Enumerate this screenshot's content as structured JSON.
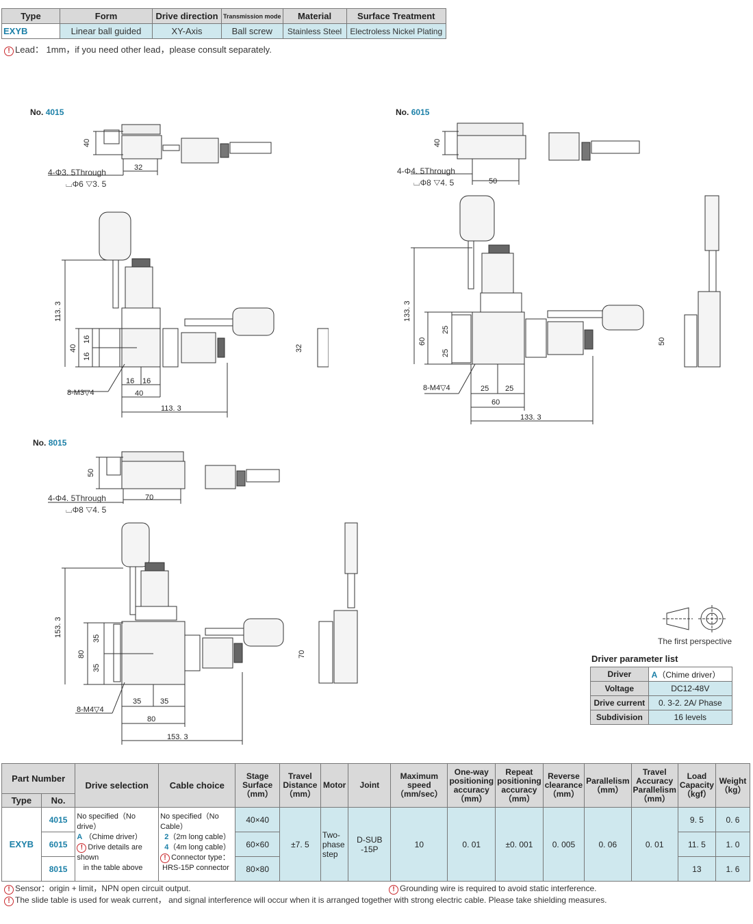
{
  "spec": {
    "headers": [
      "Type",
      "Form",
      "Drive direction",
      "Transmission mode",
      "Material",
      "Surface Treatment"
    ],
    "row": [
      "EXYB",
      "Linear ball guided",
      "XY-Axis",
      "Ball screw",
      "Stainless Steel",
      "Electroless Nickel Plating"
    ]
  },
  "lead_note": "Lead： 1mm，if you need other lead，please consult separately.",
  "drawings": {
    "d4015": {
      "label_prefix": "No.",
      "label_num": "4015",
      "dim_h": "40",
      "hole": "4-Φ3. 5Through",
      "cbore": "Φ6 ▽3. 5",
      "pitch": "32",
      "dim_big": "113. 3",
      "dim_sq": "40",
      "dim_in1": "16",
      "dim_in2": "16",
      "dim_w1": "16",
      "dim_w2": "16",
      "dim_w": "40",
      "dim_total": "113. 3",
      "tap": "8-M3▽4",
      "side_h": "32"
    },
    "d6015": {
      "label_prefix": "No.",
      "label_num": "6015",
      "dim_h": "40",
      "hole": "4-Φ4. 5Through",
      "cbore": "Φ8 ▽4. 5",
      "pitch": "50",
      "dim_big": "133. 3",
      "dim_sq": "60",
      "dim_in1": "25",
      "dim_in2": "25",
      "dim_w1": "25",
      "dim_w2": "25",
      "dim_w": "60",
      "dim_total": "133. 3",
      "tap": "8-M4▽4",
      "side_h": "50"
    },
    "d8015": {
      "label_prefix": "No.",
      "label_num": "8015",
      "dim_h": "50",
      "hole": "4-Φ4. 5Through",
      "cbore": "Φ8 ▽4. 5",
      "pitch": "70",
      "dim_big": "153. 3",
      "dim_sq": "80",
      "dim_in1": "35",
      "dim_in2": "35",
      "dim_w1": "35",
      "dim_w2": "35",
      "dim_w": "80",
      "dim_total": "153. 3",
      "tap": "8-M4▽4",
      "side_h": "70"
    }
  },
  "perspective_label": "The first perspective",
  "driver": {
    "title": "Driver parameter list",
    "rows": [
      {
        "k": "Driver",
        "code": "A",
        "v": "（Chime driver）"
      },
      {
        "k": "Voltage",
        "code": "",
        "v": "DC12-48V"
      },
      {
        "k": "Drive current",
        "code": "",
        "v": "0. 3-2. 2A/ Phase"
      },
      {
        "k": "Subdivision",
        "code": "",
        "v": "16  levels"
      }
    ]
  },
  "main": {
    "h_part": "Part Number",
    "h_type": "Type",
    "h_no": "No.",
    "h_drive": "Drive selection",
    "h_cable": "Cable choice",
    "h_stage": [
      "Stage",
      "Surface",
      "（mm）"
    ],
    "h_travel": [
      "Travel",
      "Distance",
      "（mm）"
    ],
    "h_motor": "Motor",
    "h_joint": "Joint",
    "h_speed": [
      "Maximum",
      "speed",
      "（mm/sec）"
    ],
    "h_oneway": [
      "One-way",
      "positioning",
      "accuracy",
      "（mm）"
    ],
    "h_repeat": [
      "Repeat",
      "positioning",
      "accuracy",
      "（mm）"
    ],
    "h_reverse": [
      "Reverse",
      "clearance",
      "（mm）"
    ],
    "h_parallel": [
      "Parallelism",
      "（mm）"
    ],
    "h_travelacc": [
      "Travel",
      "Accuracy",
      "Parallelism",
      "（mm）"
    ],
    "h_load": [
      "Load",
      "Capacity",
      "（kgf）"
    ],
    "h_weight": [
      "Weight",
      "（kg）"
    ],
    "type": "EXYB",
    "nos": [
      "4015",
      "6015",
      "8015"
    ],
    "drive_lines": [
      "No specified（No drive）",
      "（Chime driver）",
      "Drive details are shown",
      "in the table above"
    ],
    "drive_code": "A",
    "cable_lines": [
      "No specified（No Cable）",
      "（2m long cable）",
      "（4m long cable）",
      "Connector type：",
      "HRS-15P connector"
    ],
    "cable_codes": [
      "2",
      "4"
    ],
    "stage": [
      "40×40",
      "60×60",
      "80×80"
    ],
    "travel": "±7. 5",
    "motor": [
      "Two-",
      "phase",
      "step"
    ],
    "joint": [
      "D-SUB",
      "-15P"
    ],
    "speed": "10",
    "oneway": "0. 01",
    "repeat": "±0. 001",
    "reverse": "0. 005",
    "parallel": "0. 06",
    "travelacc": "0. 01",
    "load": [
      "9. 5",
      "11. 5",
      "13"
    ],
    "weight": [
      "0. 6",
      "1. 0",
      "1. 6"
    ]
  },
  "footnotes": {
    "sensor": "Sensor：origin + limit，NPN open circuit output.",
    "ground": "Grounding wire is required to avoid static interference.",
    "slide": "The slide table is used for weak current， and signal interference will occur when it is arranged together with strong electric cable.  Please take shielding measures."
  }
}
